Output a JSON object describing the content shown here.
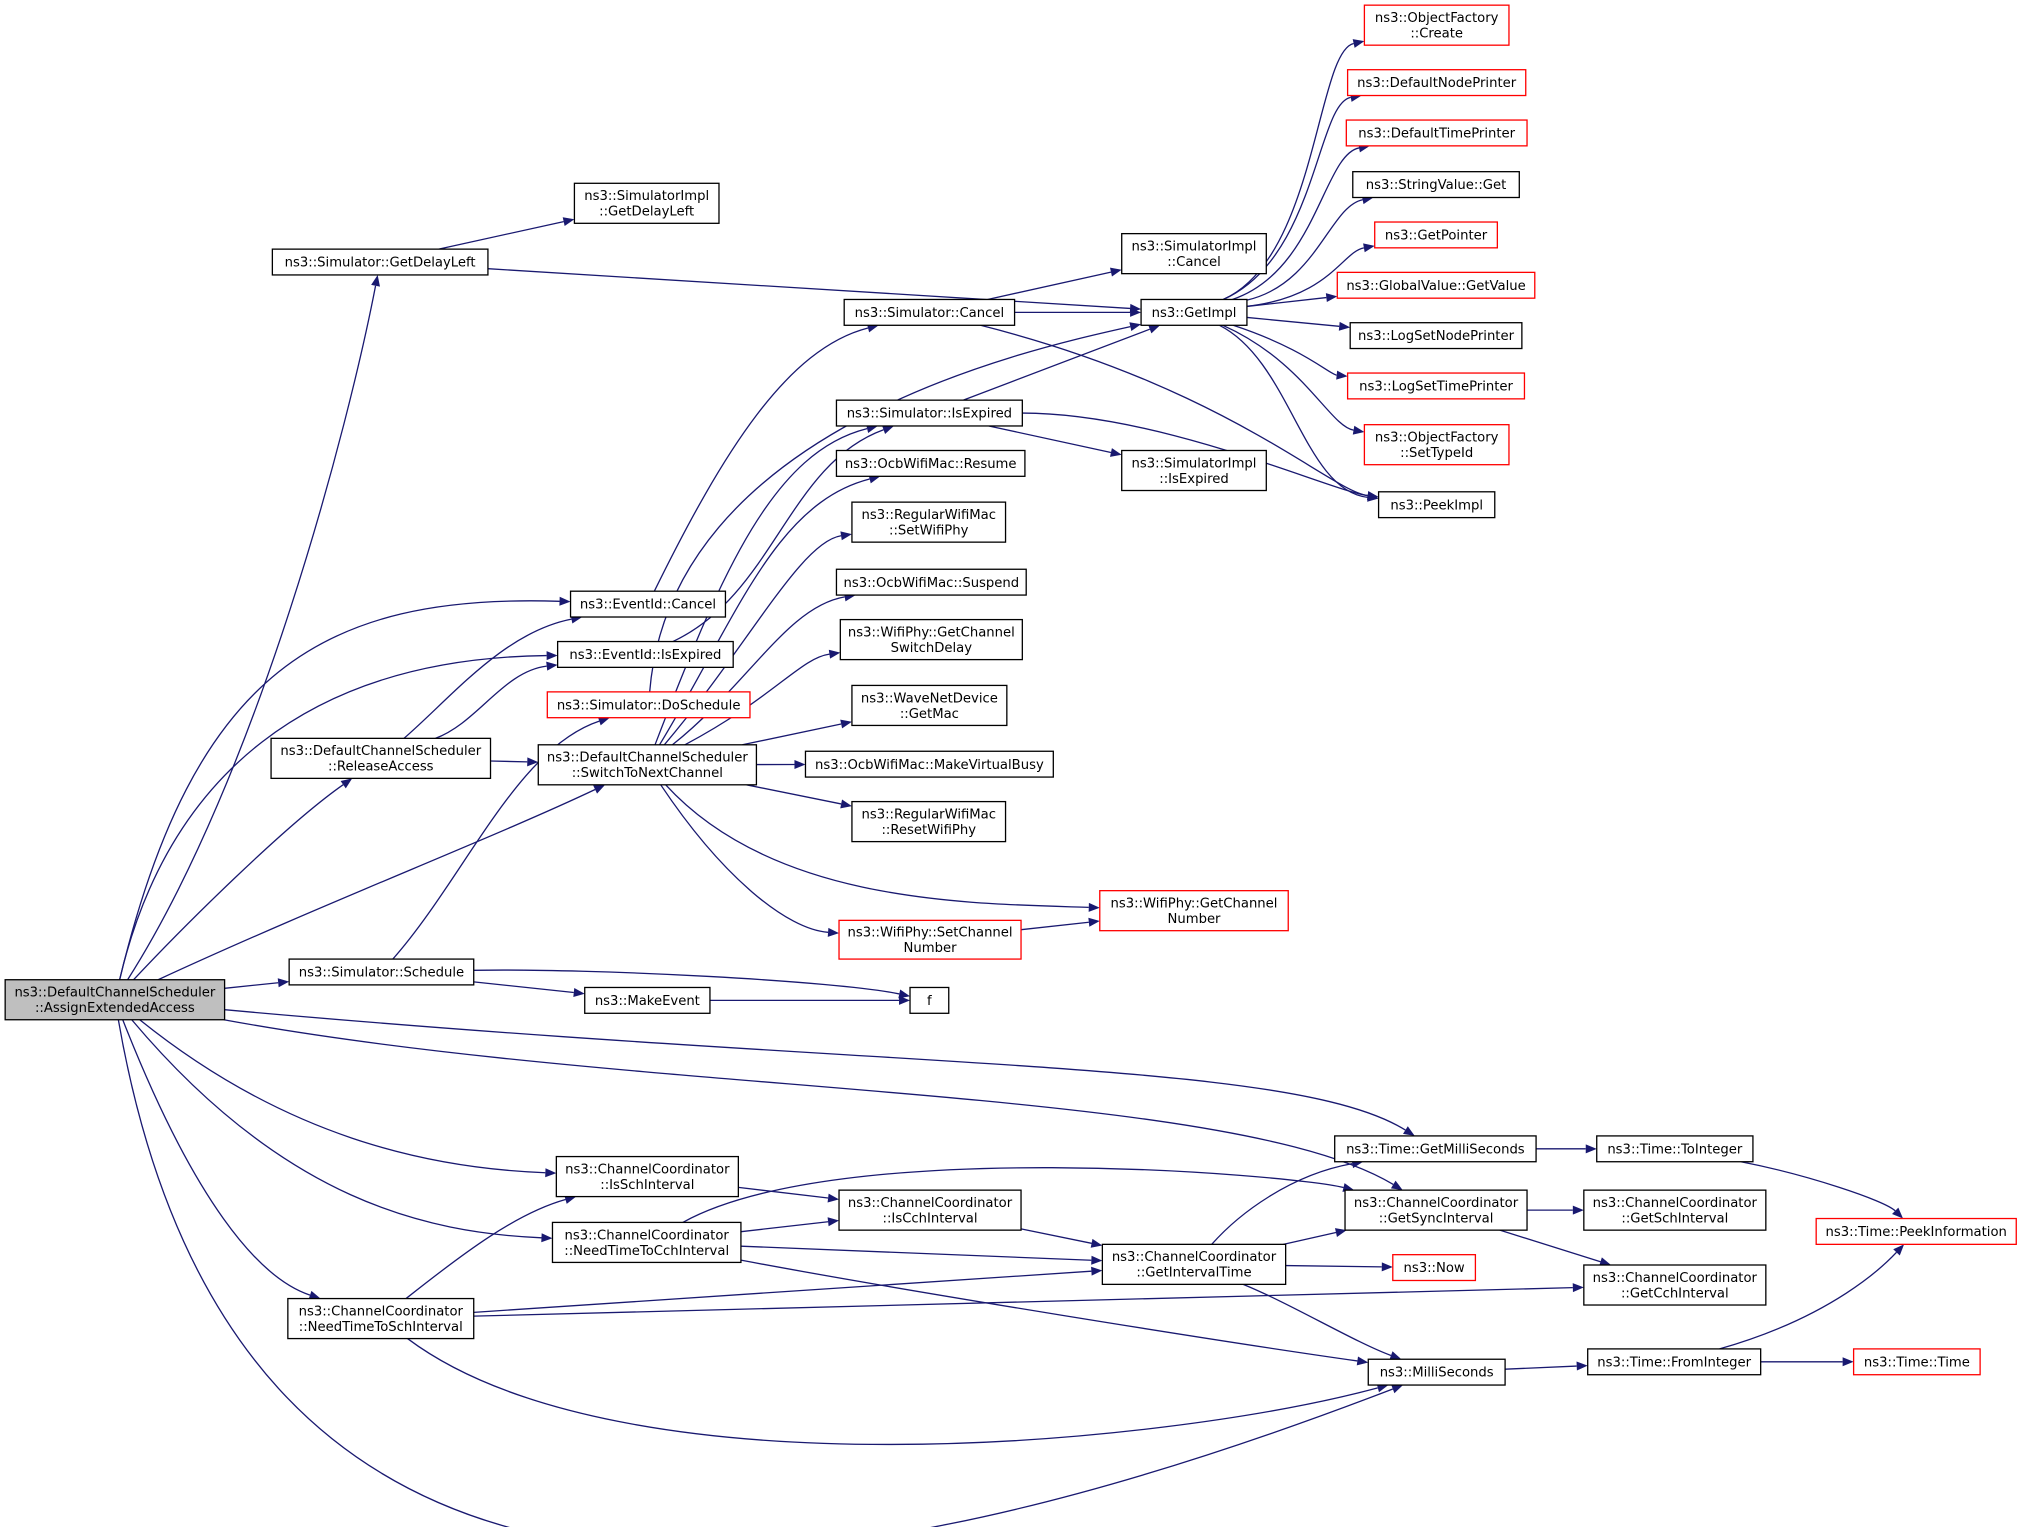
{
  "diagram": {
    "nodes": [
      {
        "id": "assign",
        "lines": [
          "ns3::DefaultChannelScheduler",
          "::AssignExtendedAccess"
        ],
        "style": "root"
      },
      {
        "id": "getDelayLeft",
        "lines": [
          "ns3::Simulator::GetDelayLeft"
        ],
        "style": "normal"
      },
      {
        "id": "implGetDelayLeft",
        "lines": [
          "ns3::SimulatorImpl",
          "::GetDelayLeft"
        ],
        "style": "normal"
      },
      {
        "id": "eventCancel",
        "lines": [
          "ns3::EventId::Cancel"
        ],
        "style": "normal"
      },
      {
        "id": "eventIsExpired",
        "lines": [
          "ns3::EventId::IsExpired"
        ],
        "style": "normal"
      },
      {
        "id": "doSchedule",
        "lines": [
          "ns3::Simulator::DoSchedule"
        ],
        "style": "red"
      },
      {
        "id": "releaseAccess",
        "lines": [
          "ns3::DefaultChannelScheduler",
          "::ReleaseAccess"
        ],
        "style": "normal"
      },
      {
        "id": "switchToNext",
        "lines": [
          "ns3::DefaultChannelScheduler",
          "::SwitchToNextChannel"
        ],
        "style": "normal"
      },
      {
        "id": "schedule",
        "lines": [
          "ns3::Simulator::Schedule"
        ],
        "style": "normal"
      },
      {
        "id": "makeEvent",
        "lines": [
          "ns3::MakeEvent"
        ],
        "style": "normal"
      },
      {
        "id": "f",
        "lines": [
          "f"
        ],
        "style": "normal"
      },
      {
        "id": "simCancel",
        "lines": [
          "ns3::Simulator::Cancel"
        ],
        "style": "normal"
      },
      {
        "id": "implCancel",
        "lines": [
          "ns3::SimulatorImpl",
          "::Cancel"
        ],
        "style": "normal"
      },
      {
        "id": "getImpl",
        "lines": [
          "ns3::GetImpl"
        ],
        "style": "normal"
      },
      {
        "id": "simIsExpired",
        "lines": [
          "ns3::Simulator::IsExpired"
        ],
        "style": "normal"
      },
      {
        "id": "implIsExpired",
        "lines": [
          "ns3::SimulatorImpl",
          "::IsExpired"
        ],
        "style": "normal"
      },
      {
        "id": "ocbResume",
        "lines": [
          "ns3::OcbWifiMac::Resume"
        ],
        "style": "normal"
      },
      {
        "id": "regSetWifiPhy",
        "lines": [
          "ns3::RegularWifiMac",
          "::SetWifiPhy"
        ],
        "style": "normal"
      },
      {
        "id": "ocbSuspend",
        "lines": [
          "ns3::OcbWifiMac::Suspend"
        ],
        "style": "normal"
      },
      {
        "id": "phySwitchDelay",
        "lines": [
          "ns3::WifiPhy::GetChannel",
          "SwitchDelay"
        ],
        "style": "normal"
      },
      {
        "id": "waveGetMac",
        "lines": [
          "ns3::WaveNetDevice",
          "::GetMac"
        ],
        "style": "normal"
      },
      {
        "id": "ocbVirtualBusy",
        "lines": [
          "ns3::OcbWifiMac::MakeVirtualBusy"
        ],
        "style": "normal"
      },
      {
        "id": "regResetWifiPhy",
        "lines": [
          "ns3::RegularWifiMac",
          "::ResetWifiPhy"
        ],
        "style": "normal"
      },
      {
        "id": "phySetChannel",
        "lines": [
          "ns3::WifiPhy::SetChannel",
          "Number"
        ],
        "style": "red"
      },
      {
        "id": "phyGetChannel",
        "lines": [
          "ns3::WifiPhy::GetChannel",
          "Number"
        ],
        "style": "red"
      },
      {
        "id": "ofCreate",
        "lines": [
          "ns3::ObjectFactory",
          "::Create"
        ],
        "style": "red"
      },
      {
        "id": "defNodePrinter",
        "lines": [
          "ns3::DefaultNodePrinter"
        ],
        "style": "red"
      },
      {
        "id": "defTimePrinter",
        "lines": [
          "ns3::DefaultTimePrinter"
        ],
        "style": "red"
      },
      {
        "id": "stringGet",
        "lines": [
          "ns3::StringValue::Get"
        ],
        "style": "normal"
      },
      {
        "id": "getPointer",
        "lines": [
          "ns3::GetPointer"
        ],
        "style": "red"
      },
      {
        "id": "globalGetValue",
        "lines": [
          "ns3::GlobalValue::GetValue"
        ],
        "style": "red"
      },
      {
        "id": "logSetNode",
        "lines": [
          "ns3::LogSetNodePrinter"
        ],
        "style": "normal"
      },
      {
        "id": "logSetTime",
        "lines": [
          "ns3::LogSetTimePrinter"
        ],
        "style": "red"
      },
      {
        "id": "ofSetTypeId",
        "lines": [
          "ns3::ObjectFactory",
          "::SetTypeId"
        ],
        "style": "red"
      },
      {
        "id": "peekImpl",
        "lines": [
          "ns3::PeekImpl"
        ],
        "style": "normal"
      },
      {
        "id": "isSch",
        "lines": [
          "ns3::ChannelCoordinator",
          "::IsSchInterval"
        ],
        "style": "normal"
      },
      {
        "id": "needCch",
        "lines": [
          "ns3::ChannelCoordinator",
          "::NeedTimeToCchInterval"
        ],
        "style": "normal"
      },
      {
        "id": "needSch",
        "lines": [
          "ns3::ChannelCoordinator",
          "::NeedTimeToSchInterval"
        ],
        "style": "normal"
      },
      {
        "id": "isCch",
        "lines": [
          "ns3::ChannelCoordinator",
          "::IsCchInterval"
        ],
        "style": "normal"
      },
      {
        "id": "getIntervalTime",
        "lines": [
          "ns3::ChannelCoordinator",
          "::GetIntervalTime"
        ],
        "style": "normal"
      },
      {
        "id": "getMilli",
        "lines": [
          "ns3::Time::GetMilliSeconds"
        ],
        "style": "normal"
      },
      {
        "id": "getSync",
        "lines": [
          "ns3::ChannelCoordinator",
          "::GetSyncInterval"
        ],
        "style": "normal"
      },
      {
        "id": "now",
        "lines": [
          "ns3::Now"
        ],
        "style": "red"
      },
      {
        "id": "milliSeconds",
        "lines": [
          "ns3::MilliSeconds"
        ],
        "style": "normal"
      },
      {
        "id": "toInteger",
        "lines": [
          "ns3::Time::ToInteger"
        ],
        "style": "normal"
      },
      {
        "id": "getSchInterval",
        "lines": [
          "ns3::ChannelCoordinator",
          "::GetSchInterval"
        ],
        "style": "normal"
      },
      {
        "id": "getCchInterval",
        "lines": [
          "ns3::ChannelCoordinator",
          "::GetCchInterval"
        ],
        "style": "normal"
      },
      {
        "id": "peekInfo",
        "lines": [
          "ns3::Time::PeekInformation"
        ],
        "style": "red"
      },
      {
        "id": "fromInteger",
        "lines": [
          "ns3::Time::FromInteger"
        ],
        "style": "normal"
      },
      {
        "id": "timeTime",
        "lines": [
          "ns3::Time::Time"
        ],
        "style": "red"
      }
    ],
    "edges": [
      [
        "assign",
        "getDelayLeft"
      ],
      [
        "assign",
        "eventCancel"
      ],
      [
        "assign",
        "eventIsExpired"
      ],
      [
        "assign",
        "releaseAccess"
      ],
      [
        "assign",
        "switchToNext"
      ],
      [
        "assign",
        "schedule"
      ],
      [
        "assign",
        "getMilli"
      ],
      [
        "assign",
        "getSync"
      ],
      [
        "assign",
        "isSch"
      ],
      [
        "assign",
        "needCch"
      ],
      [
        "assign",
        "needSch"
      ],
      [
        "assign",
        "milliSeconds"
      ],
      [
        "getDelayLeft",
        "implGetDelayLeft"
      ],
      [
        "getDelayLeft",
        "getImpl"
      ],
      [
        "eventCancel",
        "simCancel"
      ],
      [
        "eventIsExpired",
        "simIsExpired"
      ],
      [
        "releaseAccess",
        "eventCancel"
      ],
      [
        "releaseAccess",
        "eventIsExpired"
      ],
      [
        "releaseAccess",
        "switchToNext"
      ],
      [
        "doSchedule",
        "getImpl"
      ],
      [
        "switchToNext",
        "simIsExpired"
      ],
      [
        "switchToNext",
        "ocbResume"
      ],
      [
        "switchToNext",
        "regSetWifiPhy"
      ],
      [
        "switchToNext",
        "ocbSuspend"
      ],
      [
        "switchToNext",
        "phySwitchDelay"
      ],
      [
        "switchToNext",
        "waveGetMac"
      ],
      [
        "switchToNext",
        "ocbVirtualBusy"
      ],
      [
        "switchToNext",
        "regResetWifiPhy"
      ],
      [
        "switchToNext",
        "phySetChannel"
      ],
      [
        "switchToNext",
        "phyGetChannel"
      ],
      [
        "phySetChannel",
        "phyGetChannel"
      ],
      [
        "schedule",
        "doSchedule"
      ],
      [
        "schedule",
        "makeEvent"
      ],
      [
        "schedule",
        "f"
      ],
      [
        "makeEvent",
        "f"
      ],
      [
        "simCancel",
        "implCancel"
      ],
      [
        "simCancel",
        "getImpl"
      ],
      [
        "simCancel",
        "peekImpl"
      ],
      [
        "simIsExpired",
        "getImpl"
      ],
      [
        "simIsExpired",
        "implIsExpired"
      ],
      [
        "simIsExpired",
        "peekImpl"
      ],
      [
        "getImpl",
        "ofCreate"
      ],
      [
        "getImpl",
        "defNodePrinter"
      ],
      [
        "getImpl",
        "defTimePrinter"
      ],
      [
        "getImpl",
        "stringGet"
      ],
      [
        "getImpl",
        "getPointer"
      ],
      [
        "getImpl",
        "globalGetValue"
      ],
      [
        "getImpl",
        "logSetNode"
      ],
      [
        "getImpl",
        "logSetTime"
      ],
      [
        "getImpl",
        "ofSetTypeId"
      ],
      [
        "getImpl",
        "peekImpl"
      ],
      [
        "isSch",
        "isCch"
      ],
      [
        "needCch",
        "isCch"
      ],
      [
        "needCch",
        "getIntervalTime"
      ],
      [
        "needCch",
        "getSync"
      ],
      [
        "needCch",
        "milliSeconds"
      ],
      [
        "needSch",
        "isSch"
      ],
      [
        "needSch",
        "getIntervalTime"
      ],
      [
        "needSch",
        "getCchInterval"
      ],
      [
        "needSch",
        "milliSeconds"
      ],
      [
        "isCch",
        "getIntervalTime"
      ],
      [
        "getIntervalTime",
        "getMilli"
      ],
      [
        "getIntervalTime",
        "getSync"
      ],
      [
        "getIntervalTime",
        "now"
      ],
      [
        "getIntervalTime",
        "milliSeconds"
      ],
      [
        "getMilli",
        "toInteger"
      ],
      [
        "toInteger",
        "peekInfo"
      ],
      [
        "getSync",
        "getSchInterval"
      ],
      [
        "getSync",
        "getCchInterval"
      ],
      [
        "milliSeconds",
        "fromInteger"
      ],
      [
        "fromInteger",
        "peekInfo"
      ],
      [
        "fromInteger",
        "timeTime"
      ]
    ]
  }
}
